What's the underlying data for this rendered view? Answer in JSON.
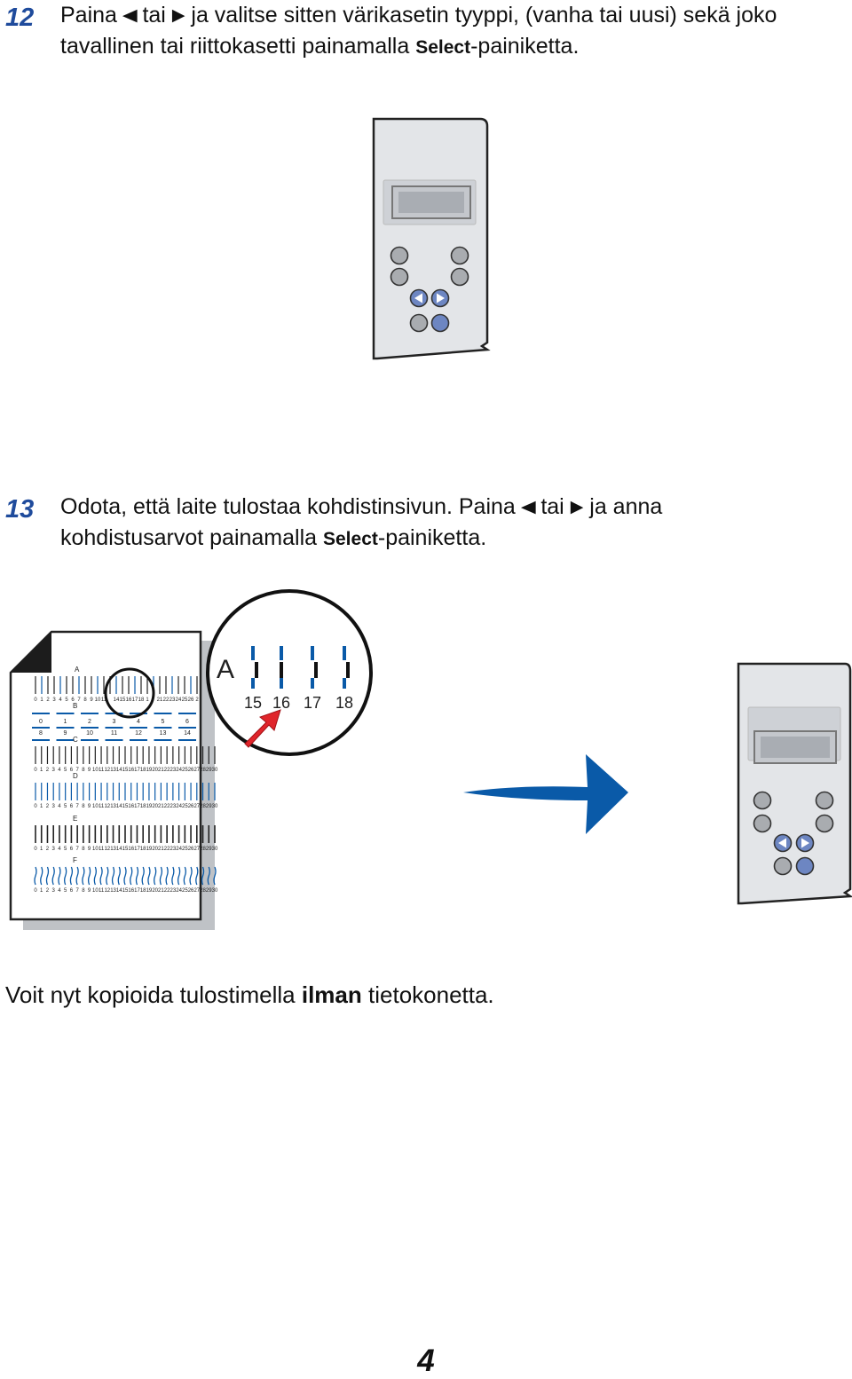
{
  "step12": {
    "number": "12",
    "line1_a": "Paina ",
    "left_arrow": "◀",
    "line1_b": " tai ",
    "right_arrow": "▶",
    "line1_c": " ja valitse sitten värikasetin tyyppi, (vanha tai uusi) sekä joko",
    "line2_a": "tavallinen tai riittokasetti painamalla ",
    "select_label": "Select",
    "line2_b": "-painiketta."
  },
  "step13": {
    "number": "13",
    "line1_a": "Odota, että laite tulostaa kohdistinsivun. Paina ",
    "left_arrow": "◀",
    "line1_b": " tai ",
    "right_arrow": "▶",
    "line1_c": " ja anna",
    "line2_a": "kohdistusarvot painamalla ",
    "select_label": "Select",
    "line2_b": "-painiketta."
  },
  "alignment_sheet": {
    "rows": [
      {
        "label": "A",
        "numbers": [
          "0",
          "1",
          "2",
          "3",
          "4",
          "5",
          "6",
          "7",
          "8",
          "9",
          "10",
          "11",
          "",
          "14",
          "15",
          "16",
          "17",
          "18",
          "1",
          "",
          "21",
          "22",
          "23",
          "24",
          "25",
          "26",
          "2"
        ]
      },
      {
        "label": "B",
        "numbers_top": [
          "0",
          "1",
          "2",
          "3",
          "4",
          "5",
          "6"
        ],
        "numbers_bottom": [
          "8",
          "9",
          "10",
          "11",
          "12",
          "13",
          "14"
        ]
      },
      {
        "label": "C",
        "numbers": [
          "0",
          "1",
          "2",
          "3",
          "4",
          "5",
          "6",
          "7",
          "8",
          "9",
          "10",
          "11",
          "12",
          "13",
          "14",
          "15",
          "16",
          "17",
          "18",
          "19",
          "20",
          "21",
          "22",
          "23",
          "24",
          "25",
          "26",
          "27",
          "28",
          "29",
          "30"
        ]
      },
      {
        "label": "D",
        "numbers": [
          "0",
          "1",
          "2",
          "3",
          "4",
          "5",
          "6",
          "7",
          "8",
          "9",
          "10",
          "11",
          "12",
          "13",
          "14",
          "15",
          "16",
          "17",
          "18",
          "19",
          "20",
          "21",
          "22",
          "23",
          "24",
          "25",
          "26",
          "27",
          "28",
          "29",
          "30"
        ]
      },
      {
        "label": "E",
        "numbers": [
          "0",
          "1",
          "2",
          "3",
          "4",
          "5",
          "6",
          "7",
          "8",
          "9",
          "10",
          "11",
          "12",
          "13",
          "14",
          "15",
          "16",
          "17",
          "18",
          "19",
          "20",
          "21",
          "22",
          "23",
          "24",
          "25",
          "26",
          "27",
          "28",
          "29",
          "30"
        ]
      },
      {
        "label": "F",
        "numbers": [
          "0",
          "1",
          "2",
          "3",
          "4",
          "5",
          "6",
          "7",
          "8",
          "9",
          "10",
          "11",
          "12",
          "13",
          "14",
          "15",
          "16",
          "17",
          "18",
          "19",
          "20",
          "21",
          "22",
          "23",
          "24",
          "25",
          "26",
          "27",
          "28",
          "29",
          "30"
        ]
      }
    ]
  },
  "magnifier": {
    "row_label": "A",
    "numbers": [
      "15",
      "16",
      "17",
      "18"
    ],
    "highlighted": "16"
  },
  "colors": {
    "step_number": "#1f4b9c",
    "accent_blue": "#0a5aa8",
    "button_blue": "#6d86c2",
    "panel_gray": "#e3e5e8",
    "arrow_red": "#e0252b"
  },
  "footer": {
    "text_a": "Voit nyt kopioida tulostimella ",
    "text_bold": "ilman",
    "text_b": " tietokonetta."
  },
  "page_number": "4"
}
